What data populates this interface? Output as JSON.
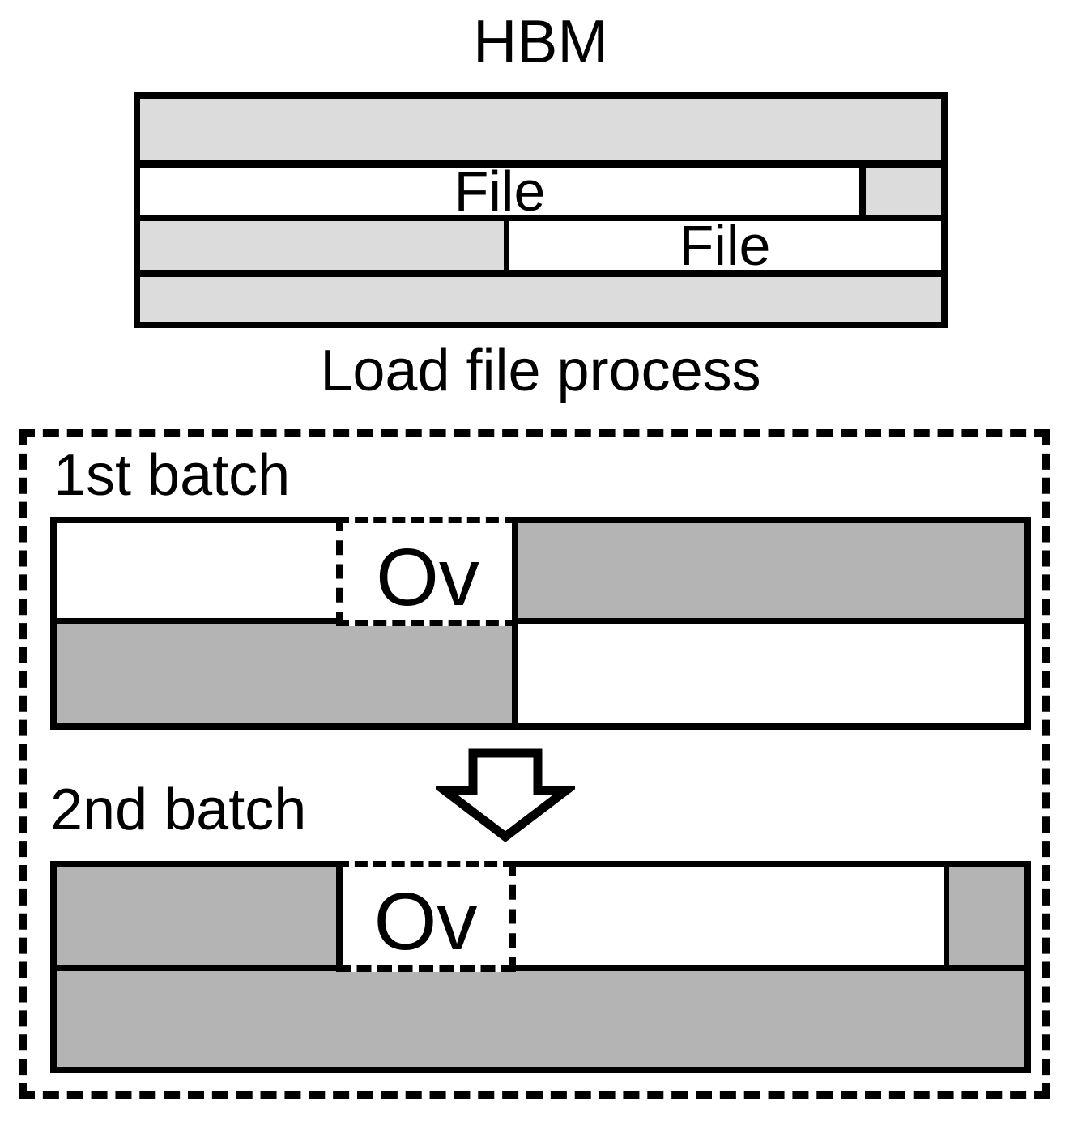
{
  "hbm": {
    "title": "HBM",
    "rows": {
      "row2_file_label": "File",
      "row3_file_label": "File"
    }
  },
  "caption": "Load file process",
  "batches": {
    "first": {
      "label": "1st batch",
      "overlap_label": "Ov"
    },
    "second": {
      "label": "2nd batch",
      "overlap_label": "Ov"
    }
  },
  "colors": {
    "free_memory_light_gray": "#dcdcdc",
    "batch_medium_gray": "#b4b4b4",
    "outline_black": "#000000",
    "background_white": "#ffffff"
  }
}
